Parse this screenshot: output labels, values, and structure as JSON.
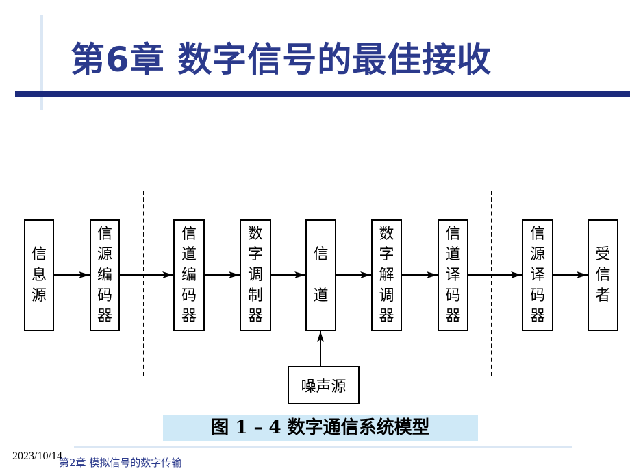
{
  "slide": {
    "title": "第6章   数字信号的最佳接收",
    "caption": "图 1 – 4  数字通信系统模型",
    "date": "2023/10/14",
    "footer_title": "第2章 模拟信号的数字传输"
  },
  "diagram": {
    "blocks": [
      {
        "id": "source",
        "lines": [
          "信",
          "息",
          "源"
        ]
      },
      {
        "id": "source-encoder",
        "lines": [
          "信",
          "源",
          "编",
          "码",
          "器"
        ]
      },
      {
        "id": "channel-encoder",
        "lines": [
          "信",
          "道",
          "编",
          "码",
          "器"
        ]
      },
      {
        "id": "modulator",
        "lines": [
          "数",
          "字",
          "调",
          "制",
          "器"
        ]
      },
      {
        "id": "channel",
        "lines": [
          "信",
          "",
          "道"
        ]
      },
      {
        "id": "demodulator",
        "lines": [
          "数",
          "字",
          "解",
          "调",
          "器"
        ]
      },
      {
        "id": "channel-decoder",
        "lines": [
          "信",
          "道",
          "译",
          "码",
          "器"
        ]
      },
      {
        "id": "source-decoder",
        "lines": [
          "信",
          "源",
          "译",
          "码",
          "器"
        ]
      },
      {
        "id": "sink",
        "lines": [
          "受",
          "信",
          "者"
        ]
      }
    ],
    "noise_source": "噪声源"
  }
}
